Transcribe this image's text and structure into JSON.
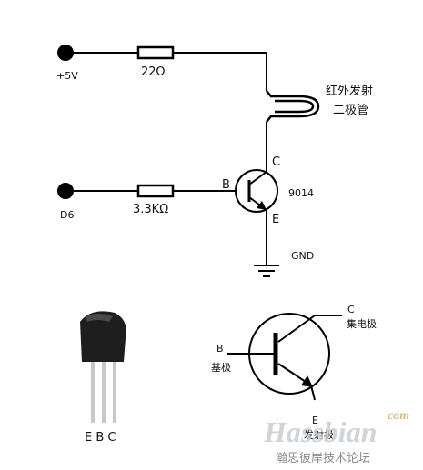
{
  "circuit": {
    "supply_label": "+5V",
    "input_label": "D6",
    "r1_label": "22Ω",
    "r2_label": "3.3KΩ",
    "led_label_line1": "红外发射",
    "led_label_line2": "二极管",
    "pin_b": "B",
    "pin_c": "C",
    "pin_e": "E",
    "transistor_part": "9014",
    "ground_label": "GND"
  },
  "package": {
    "pin_labels": "E B C"
  },
  "symbol": {
    "c_letter": "C",
    "c_text": "集电极",
    "b_letter": "B",
    "b_text": "基极",
    "e_letter": "E",
    "e_text": "发射极"
  },
  "watermark": {
    "brand": "Hassbian",
    "tld": "com",
    "forum": "瀚思彼岸技术论坛"
  },
  "colors": {
    "line": "#000000",
    "watermark": "#c7cdd3",
    "watermark_tld": "#d9b77a",
    "package_body": "#1e1e1e",
    "legs": "#c8c8c8"
  }
}
